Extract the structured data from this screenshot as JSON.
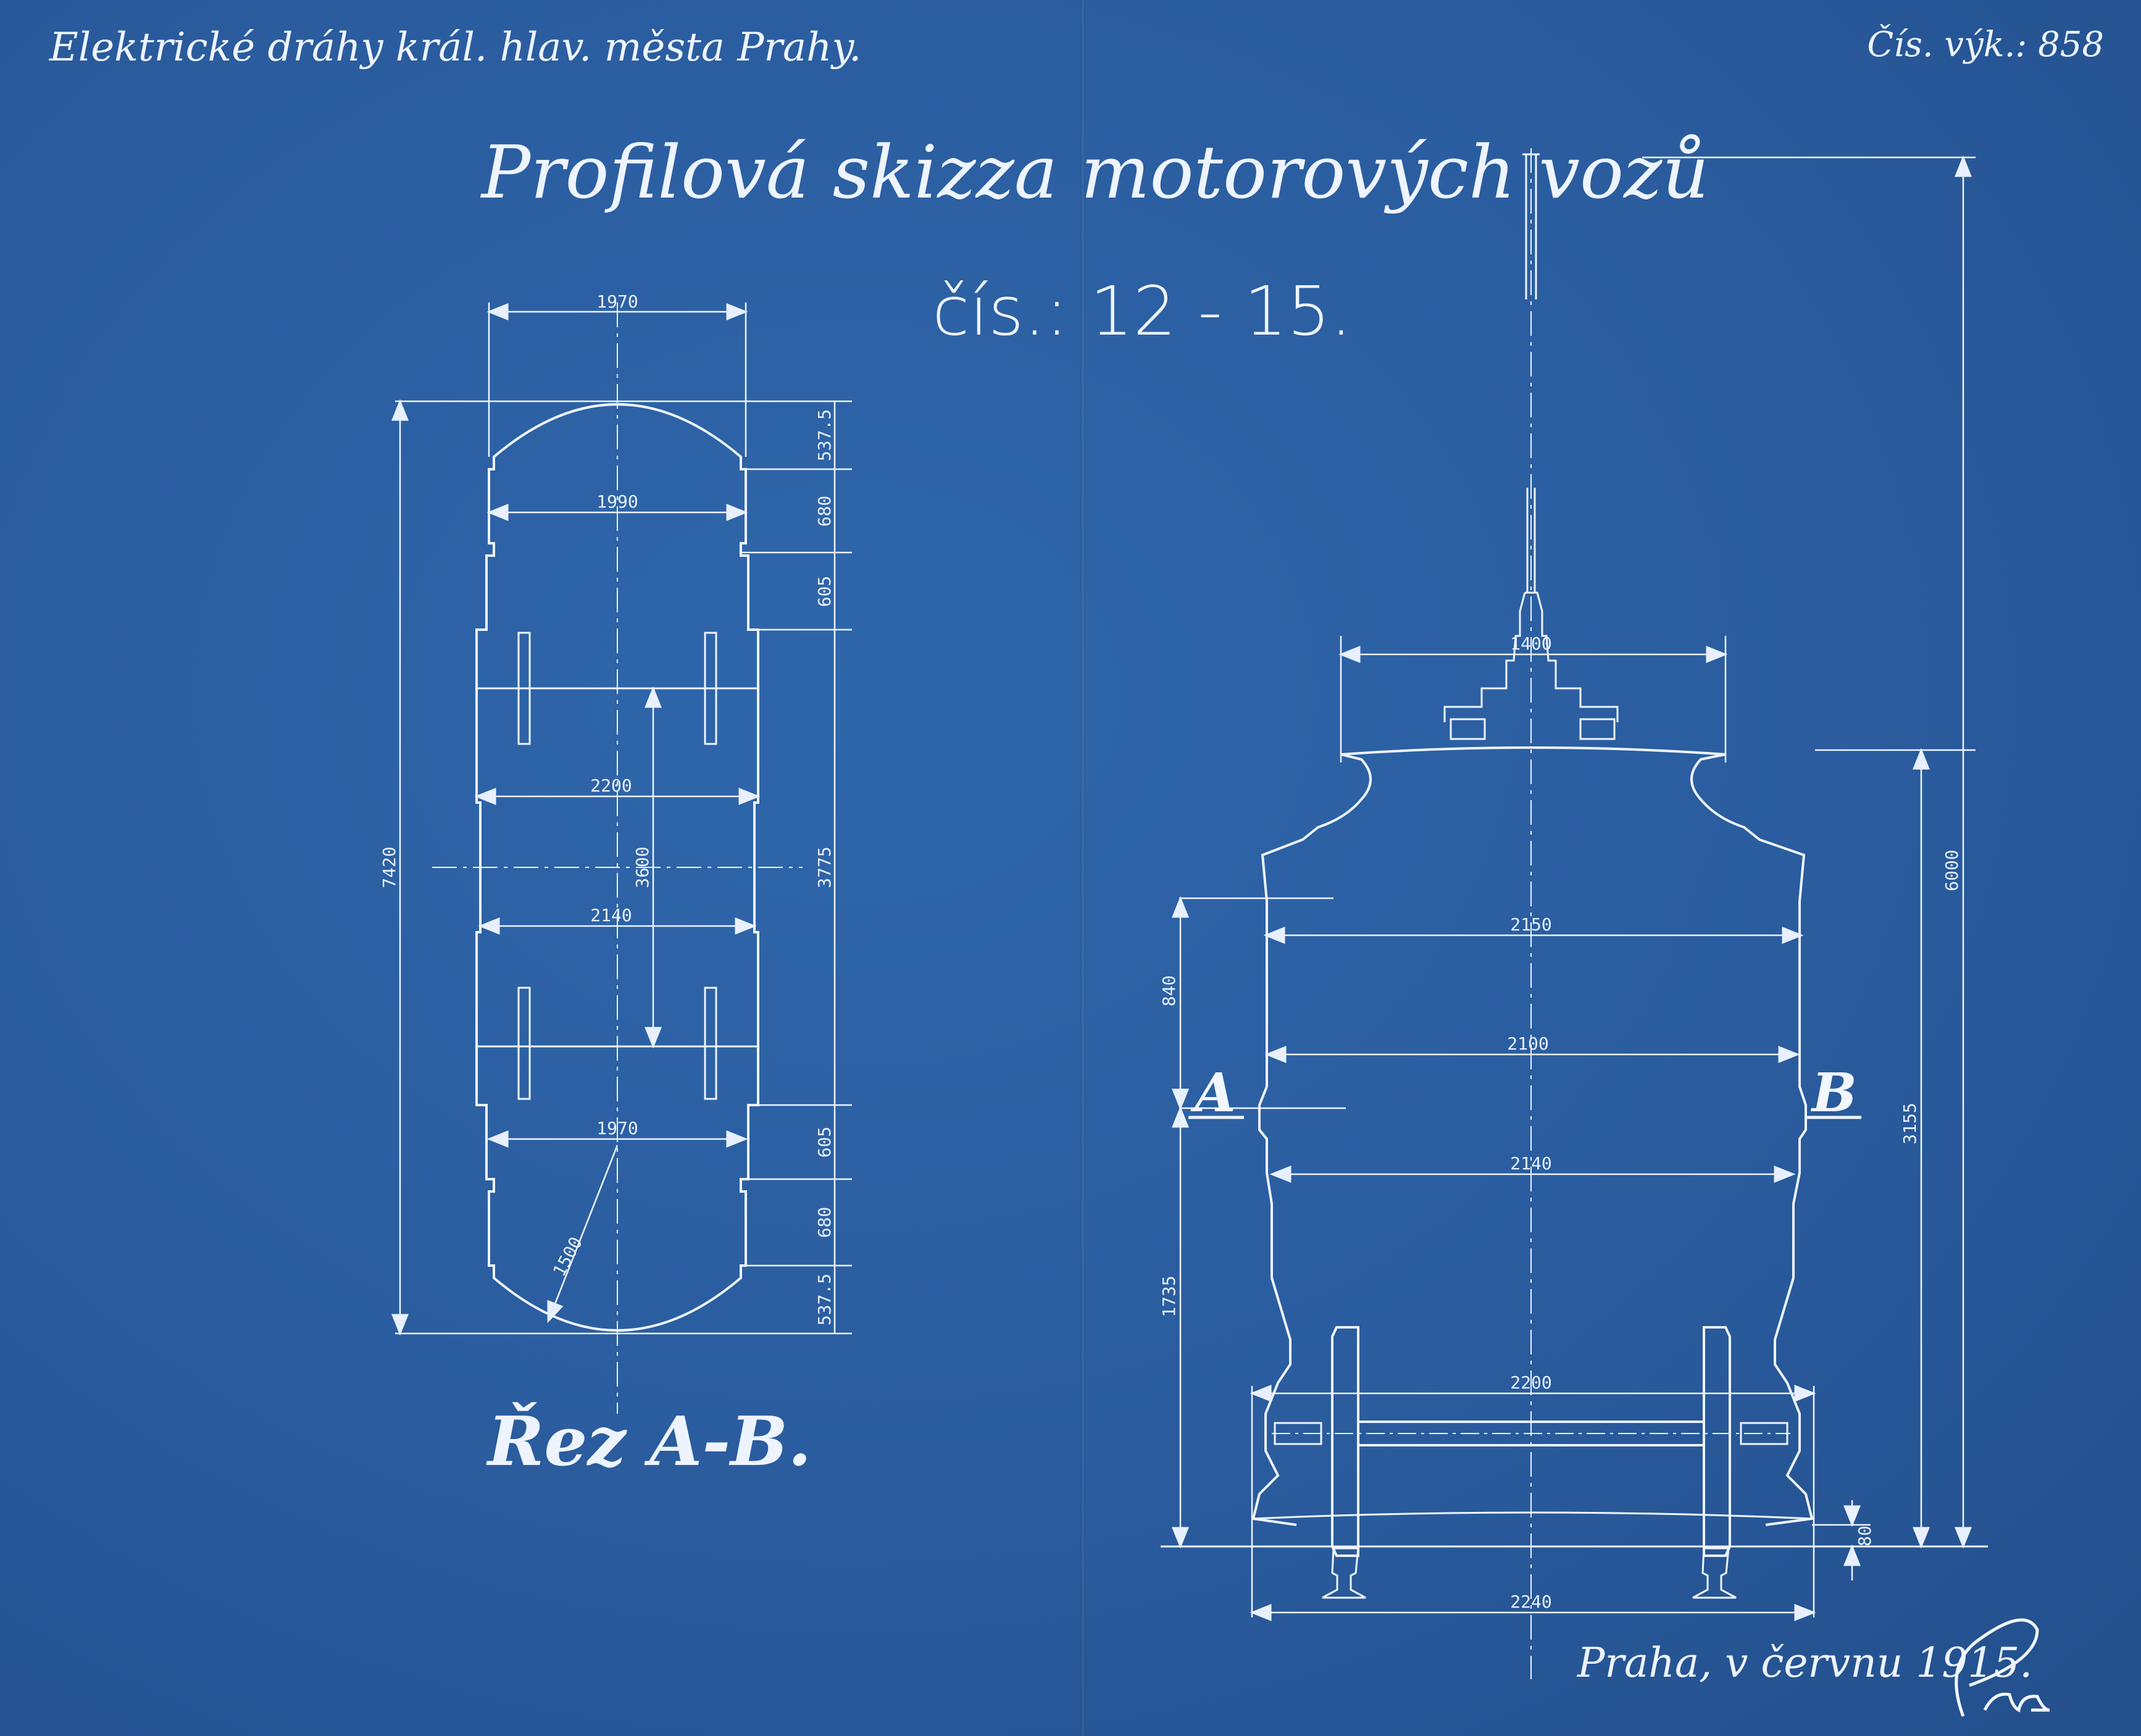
{
  "sheet": {
    "header_left": "Elektrické dráhy král. hlav. města Prahy.",
    "header_right": "Čís. výk.: 858",
    "title": "Profilová skizza motorových vozů",
    "subtitle": "čís.: 12 - 15.",
    "section_caption": "Řez A-B.",
    "place_date": "Praha, v červnu 1915.",
    "signature": "Pan"
  },
  "plan_dims": {
    "top_width": "1970",
    "width_2": "1990",
    "width_3": "2200",
    "wheelbase": "3600",
    "width_4": "2140",
    "bottom_width": "1970",
    "radius": "1500",
    "overall_length": "7420",
    "seg_1": "537.5",
    "seg_2": "680",
    "seg_3": "605",
    "seg_center": "3775",
    "seg_4": "605",
    "seg_5": "680",
    "seg_6": "537.5"
  },
  "section_dims": {
    "pantograph_width": "1400",
    "width_2150": "2150",
    "width_2100": "2100",
    "width_2140": "2140",
    "width_2200": "2200",
    "width_2240": "2240",
    "height_840": "840",
    "height_1735": "1735",
    "height_80": "80",
    "height_3155": "3155",
    "height_6000": "6000",
    "mark_a": "A",
    "mark_b": "B"
  },
  "colors": {
    "paper": "#2a5c9e",
    "ink": "#eef4ff"
  }
}
